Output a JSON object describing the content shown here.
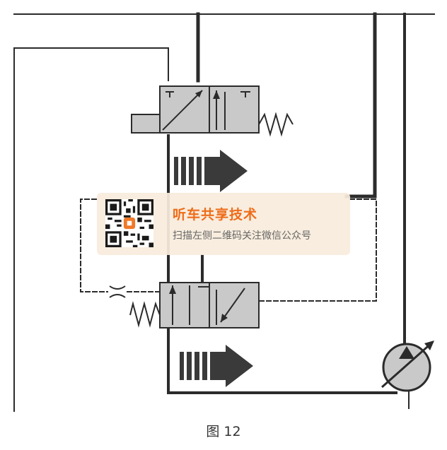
{
  "caption": "图 12",
  "watermark": {
    "title": "听车共享技术",
    "subtitle": "扫描左侧二维码关注微信公众号"
  },
  "colors": {
    "line": "#2b2b2b",
    "valve_fill": "#c9c9c9",
    "arrow": "#3a3a3a",
    "watermark_bg": "#f8ecdc",
    "watermark_title": "#ef6c1a",
    "qr_badge": "#f07a28"
  },
  "icons": [
    "qr-code-icon",
    "spring-icon",
    "flow-arrow-icon",
    "variable-pump-icon"
  ]
}
